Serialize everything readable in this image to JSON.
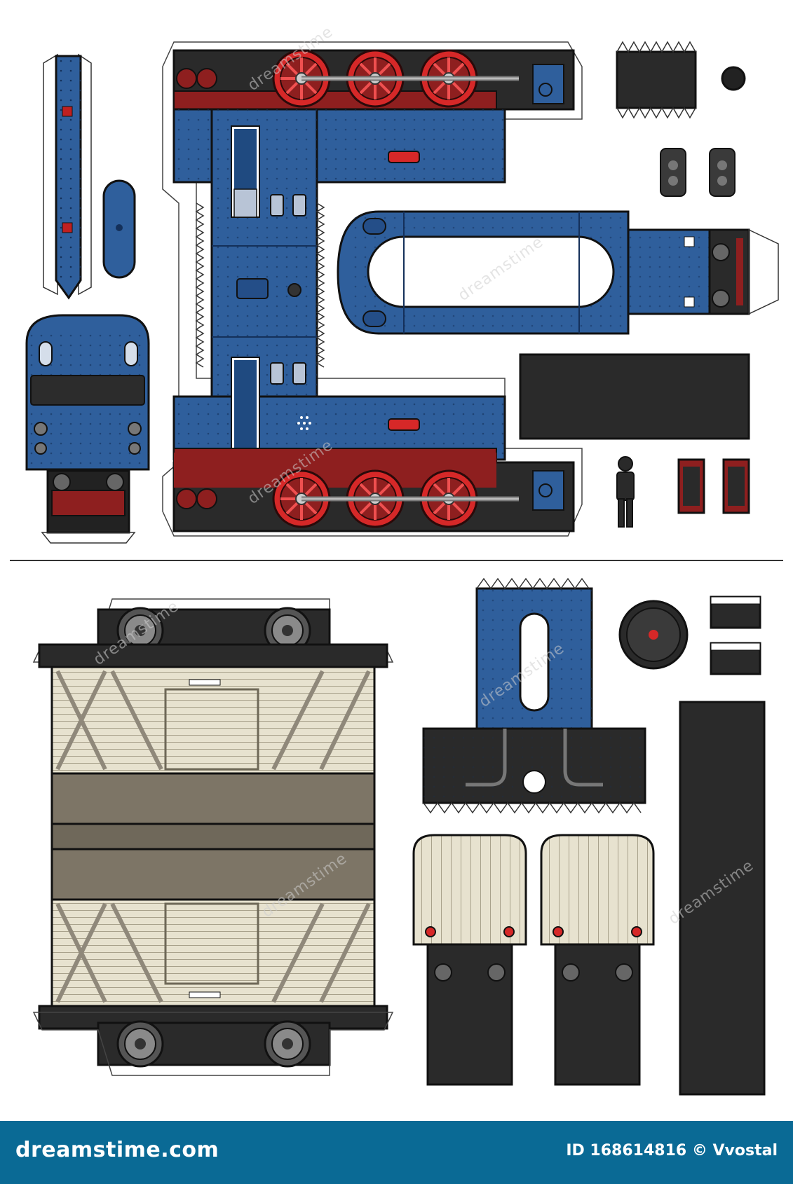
{
  "watermark": {
    "text": "dreamstime"
  },
  "footer": {
    "logo": "dreamstime.com",
    "credit": "ID 168614816 © Vvostal"
  },
  "colors": {
    "blue": "#2f5f9c",
    "dark_blue": "#1e3f6e",
    "red": "#8e1f1f",
    "bright_red": "#d62828",
    "dark_gray": "#3c3c3c",
    "cream": "#e7e2cf",
    "brown": "#7d7566",
    "footer": "#0a6a95"
  }
}
